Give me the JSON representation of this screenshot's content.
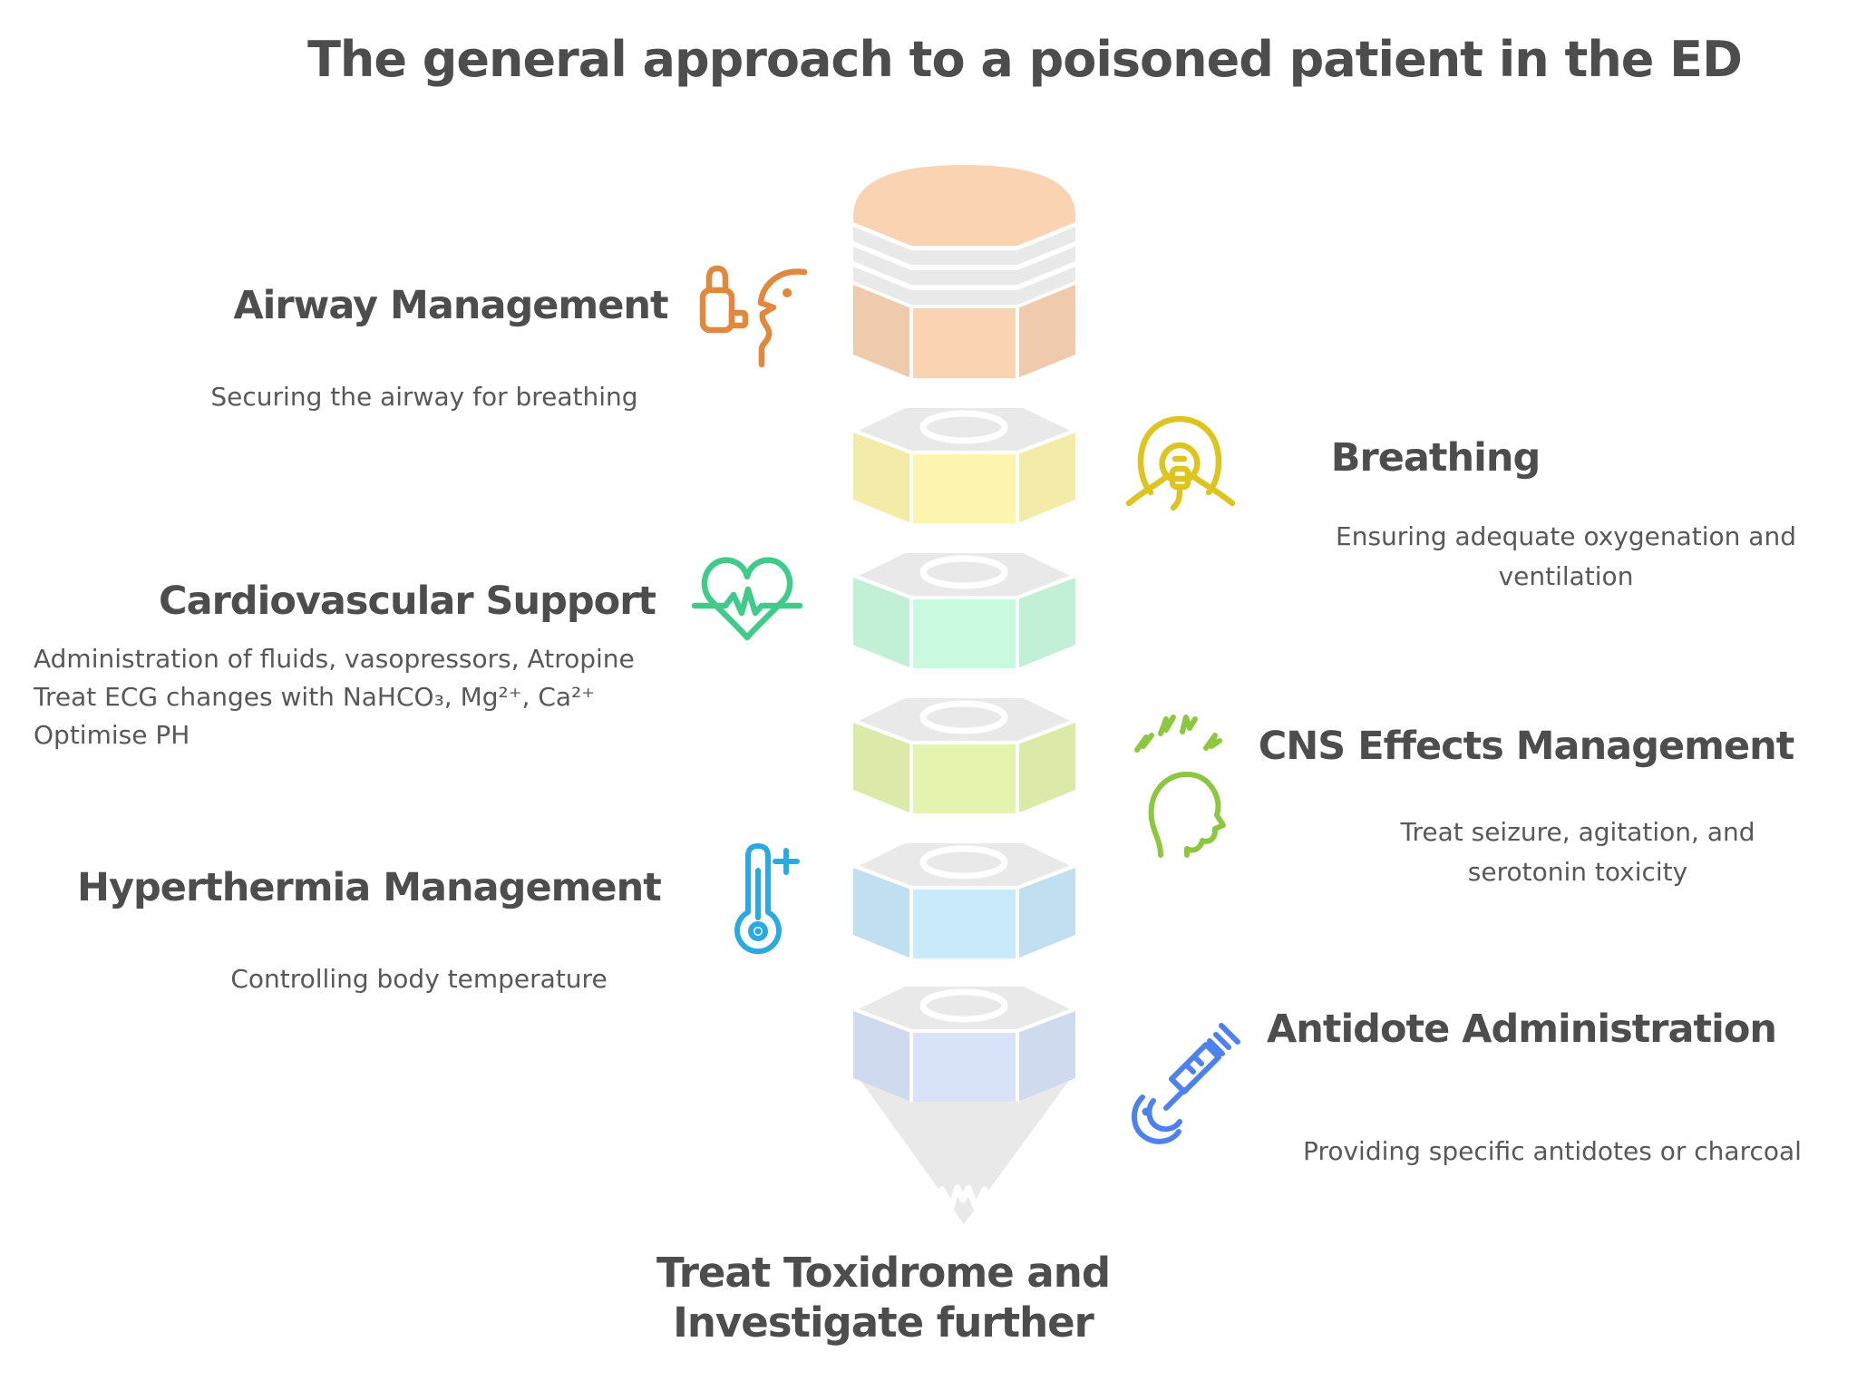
{
  "title": "The general approach to a poisoned patient in the ED",
  "colors": {
    "text_dark": "#4d4d4d",
    "text_sub": "#585858",
    "top_face": "#e9e9e9",
    "funnel": "#e9e9e9",
    "seam": "#ffffff"
  },
  "stack": {
    "top_color": "#e9e9e9",
    "funnel_color": "#e9e9e9",
    "layers": [
      {
        "name": "airway",
        "color": "#fad3b3"
      },
      {
        "name": "breathing",
        "color": "#fdf5af"
      },
      {
        "name": "cardiovascular",
        "color": "#c9fadf"
      },
      {
        "name": "cns",
        "color": "#e4f4b0"
      },
      {
        "name": "hyperthermia",
        "color": "#c8eafb"
      },
      {
        "name": "antidote",
        "color": "#d8e3f9"
      }
    ]
  },
  "sections": {
    "airway": {
      "heading": "Airway Management",
      "subtitle": "Securing the airway for breathing",
      "icon": "inhaler-face-icon",
      "icon_color": "#e0883c"
    },
    "breathing": {
      "heading": "Breathing",
      "sub": [
        "Ensuring adequate oxygenation and",
        "ventilation"
      ],
      "icon": "oxygen-mask-icon",
      "icon_color": "#ddc41f"
    },
    "cardio": {
      "heading": "Cardiovascular Support",
      "desc": [
        "Administration of fluids, vasopressors, Atropine",
        "Treat ECG changes with NaHCO₃, Mg²⁺, Ca²⁺",
        "Optimise PH"
      ],
      "icon": "heart-ecg-icon",
      "icon_color": "#41cb8a"
    },
    "cns": {
      "heading": "CNS Effects Management",
      "sub": [
        "Treat seizure, agitation, and",
        "serotonin toxicity"
      ],
      "icon": "head-lightning-icon",
      "icon_color": "#8dc63f"
    },
    "hyperthermia": {
      "heading": "Hyperthermia Management",
      "subtitle": "Controlling body temperature",
      "icon": "thermometer-plus-icon",
      "icon_color": "#29aae1"
    },
    "antidote": {
      "heading": "Antidote Administration",
      "subtitle": "Providing specific antidotes or charcoal",
      "icon": "syringe-icon",
      "icon_color": "#4d82ee"
    }
  },
  "footer": {
    "line1": "Treat Toxidrome and",
    "line2": "Investigate further"
  }
}
